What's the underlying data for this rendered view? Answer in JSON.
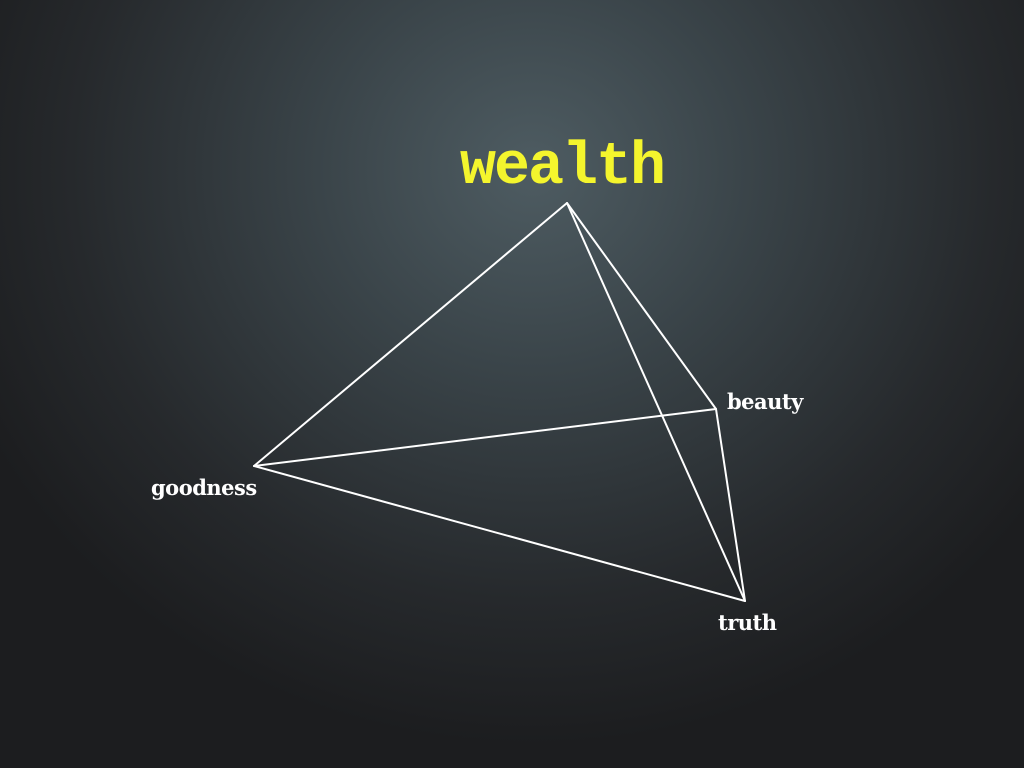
{
  "diagram": {
    "nodes": {
      "top": {
        "label": "wealth",
        "color": "#f4f52d"
      },
      "left": {
        "label": "goodness",
        "color": "#ffffff"
      },
      "right": {
        "label": "beauty",
        "color": "#ffffff"
      },
      "bottom": {
        "label": "truth",
        "color": "#ffffff"
      }
    },
    "edges": [
      [
        "top",
        "left"
      ],
      [
        "top",
        "right"
      ],
      [
        "top",
        "bottom"
      ],
      [
        "left",
        "right"
      ],
      [
        "left",
        "bottom"
      ],
      [
        "right",
        "bottom"
      ]
    ],
    "edge_color": "#ffffff"
  }
}
